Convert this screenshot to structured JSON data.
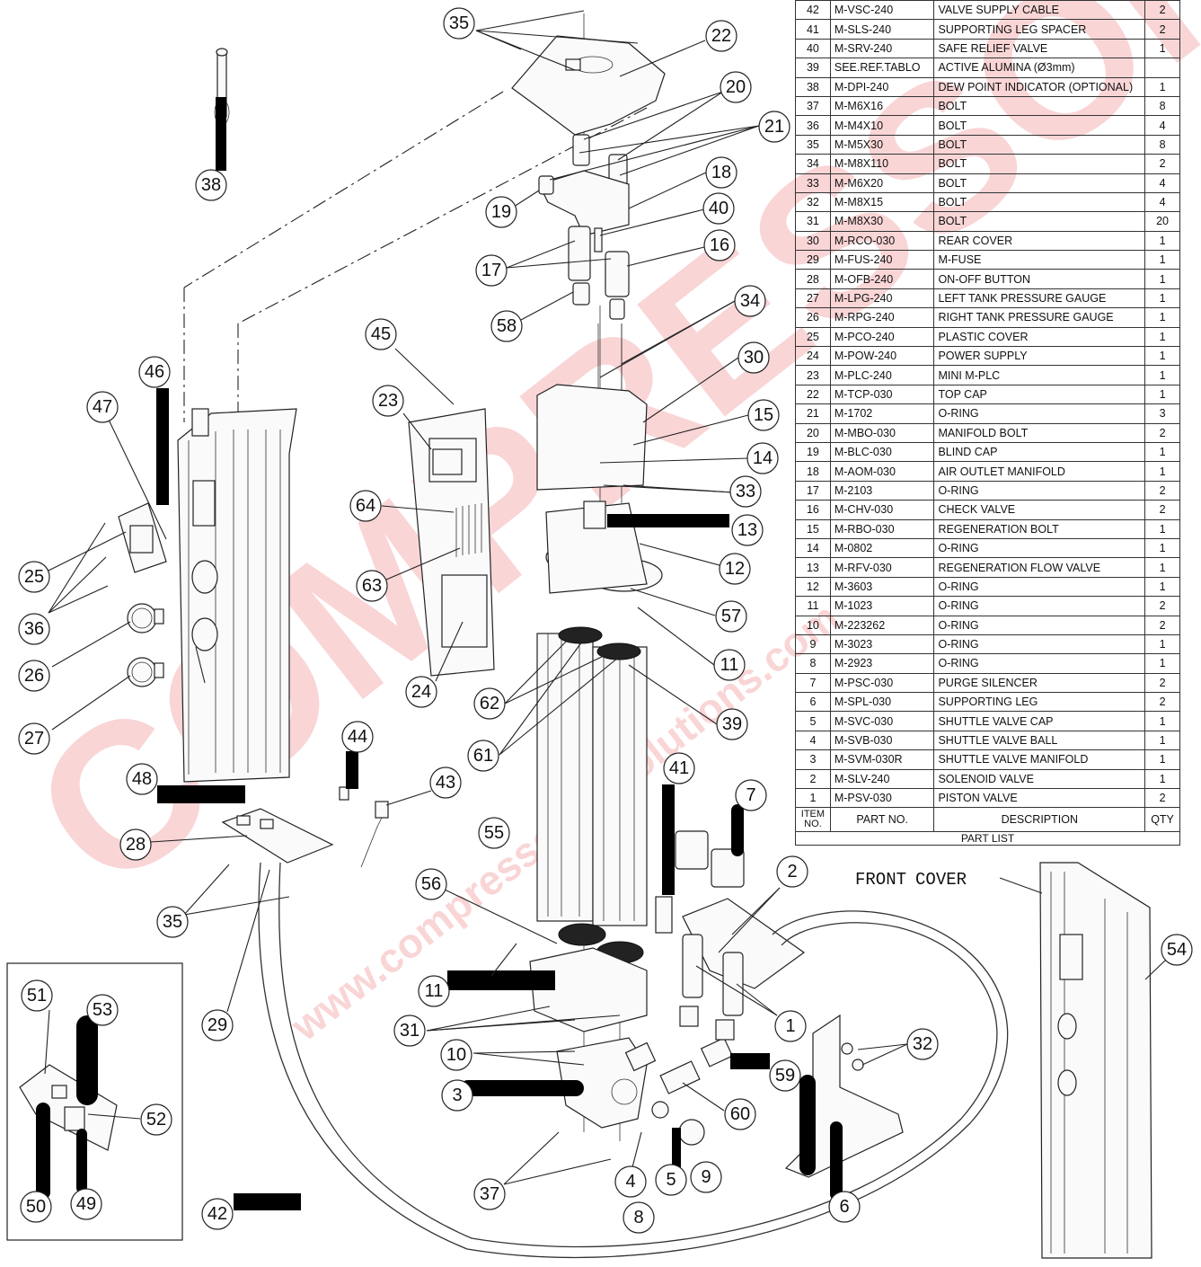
{
  "parts_table": {
    "rows": [
      {
        "item": "42",
        "part": "M-VSC-240",
        "desc": "VALVE SUPPLY CABLE",
        "qty": "2"
      },
      {
        "item": "41",
        "part": "M-SLS-240",
        "desc": "SUPPORTING LEG SPACER",
        "qty": "2"
      },
      {
        "item": "40",
        "part": "M-SRV-240",
        "desc": "SAFE RELIEF VALVE",
        "qty": "1"
      },
      {
        "item": "39",
        "part": "SEE.REF.TABLO",
        "desc": "ACTIVE ALUMINA (Ø3mm)",
        "qty": ""
      },
      {
        "item": "38",
        "part": "M-DPI-240",
        "desc": "DEW POINT INDICATOR (OPTIONAL)",
        "qty": "1"
      },
      {
        "item": "37",
        "part": "M-M6X16",
        "desc": "BOLT",
        "qty": "8"
      },
      {
        "item": "36",
        "part": "M-M4X10",
        "desc": "BOLT",
        "qty": "4"
      },
      {
        "item": "35",
        "part": "M-M5X30",
        "desc": "BOLT",
        "qty": "8"
      },
      {
        "item": "34",
        "part": "M-M8X110",
        "desc": "BOLT",
        "qty": "2"
      },
      {
        "item": "33",
        "part": "M-M6X20",
        "desc": "BOLT",
        "qty": "4"
      },
      {
        "item": "32",
        "part": "M-M8X15",
        "desc": "BOLT",
        "qty": "4"
      },
      {
        "item": "31",
        "part": "M-M8X30",
        "desc": "BOLT",
        "qty": "20"
      },
      {
        "item": "30",
        "part": "M-RCO-030",
        "desc": "REAR COVER",
        "qty": "1"
      },
      {
        "item": "29",
        "part": "M-FUS-240",
        "desc": "M-FUSE",
        "qty": "1"
      },
      {
        "item": "28",
        "part": "M-OFB-240",
        "desc": "ON-OFF BUTTON",
        "qty": "1"
      },
      {
        "item": "27",
        "part": "M-LPG-240",
        "desc": "LEFT TANK PRESSURE GAUGE",
        "qty": "1"
      },
      {
        "item": "26",
        "part": "M-RPG-240",
        "desc": "RIGHT TANK PRESSURE GAUGE",
        "qty": "1"
      },
      {
        "item": "25",
        "part": "M-PCO-240",
        "desc": "PLASTIC COVER",
        "qty": "1"
      },
      {
        "item": "24",
        "part": "M-POW-240",
        "desc": "POWER SUPPLY",
        "qty": "1"
      },
      {
        "item": "23",
        "part": "M-PLC-240",
        "desc": "MINI M-PLC",
        "qty": "1"
      },
      {
        "item": "22",
        "part": "M-TCP-030",
        "desc": "TOP CAP",
        "qty": "1"
      },
      {
        "item": "21",
        "part": "M-1702",
        "desc": "O-RING",
        "qty": "3"
      },
      {
        "item": "20",
        "part": "M-MBO-030",
        "desc": "MANIFOLD BOLT",
        "qty": "2"
      },
      {
        "item": "19",
        "part": "M-BLC-030",
        "desc": "BLIND CAP",
        "qty": "1"
      },
      {
        "item": "18",
        "part": "M-AOM-030",
        "desc": "AIR OUTLET MANIFOLD",
        "qty": "1"
      },
      {
        "item": "17",
        "part": "M-2103",
        "desc": "O-RING",
        "qty": "2"
      },
      {
        "item": "16",
        "part": "M-CHV-030",
        "desc": "CHECK VALVE",
        "qty": "2"
      },
      {
        "item": "15",
        "part": "M-RBO-030",
        "desc": "REGENERATION BOLT",
        "qty": "1"
      },
      {
        "item": "14",
        "part": "M-0802",
        "desc": "O-RING",
        "qty": "1"
      },
      {
        "item": "13",
        "part": "M-RFV-030",
        "desc": "REGENERATION FLOW VALVE",
        "qty": "1"
      },
      {
        "item": "12",
        "part": "M-3603",
        "desc": "O-RING",
        "qty": "1"
      },
      {
        "item": "11",
        "part": "M-1023",
        "desc": "O-RING",
        "qty": "2"
      },
      {
        "item": "10",
        "part": "M-223262",
        "desc": "O-RING",
        "qty": "2"
      },
      {
        "item": "9",
        "part": "M-3023",
        "desc": "O-RING",
        "qty": "1"
      },
      {
        "item": "8",
        "part": "M-2923",
        "desc": "O-RING",
        "qty": "1"
      },
      {
        "item": "7",
        "part": "M-PSC-030",
        "desc": "PURGE SILENCER",
        "qty": "2"
      },
      {
        "item": "6",
        "part": "M-SPL-030",
        "desc": "SUPPORTING LEG",
        "qty": "2"
      },
      {
        "item": "5",
        "part": "M-SVC-030",
        "desc": "SHUTTLE VALVE CAP",
        "qty": "1"
      },
      {
        "item": "4",
        "part": "M-SVB-030",
        "desc": "SHUTTLE VALVE BALL",
        "qty": "1"
      },
      {
        "item": "3",
        "part": "M-SVM-030R",
        "desc": "SHUTTLE VALVE MANIFOLD",
        "qty": "1"
      },
      {
        "item": "2",
        "part": "M-SLV-240",
        "desc": "SOLENOID VALVE",
        "qty": "1"
      },
      {
        "item": "1",
        "part": "M-PSV-030",
        "desc": "PISTON VALVE",
        "qty": "2"
      }
    ],
    "header": {
      "item": "ITEM NO.",
      "part": "PART NO.",
      "desc": "DESCRIPTION",
      "qty": "QTY"
    },
    "title": "PART LIST"
  },
  "callouts": [
    "35",
    "22",
    "20",
    "21",
    "38",
    "18",
    "19",
    "40",
    "16",
    "17",
    "58",
    "34",
    "45",
    "30",
    "46",
    "23",
    "15",
    "47",
    "14",
    "33",
    "64",
    "13",
    "12",
    "25",
    "63",
    "57",
    "36",
    "11",
    "26",
    "24",
    "62",
    "39",
    "27",
    "61",
    "44",
    "41",
    "48",
    "43",
    "7",
    "28",
    "55",
    "2",
    "56",
    "35",
    "54",
    "29",
    "11",
    "51",
    "53",
    "31",
    "1",
    "10",
    "32",
    "59",
    "52",
    "3",
    "60",
    "9",
    "5",
    "4",
    "37",
    "50",
    "49",
    "8",
    "6",
    "42"
  ],
  "front_cover_label": {
    "front": "FRONT",
    "cover": "COVER"
  },
  "watermark": {
    "big": "COMPRESSOR",
    "url": "www.compressedairsolutions.com"
  }
}
